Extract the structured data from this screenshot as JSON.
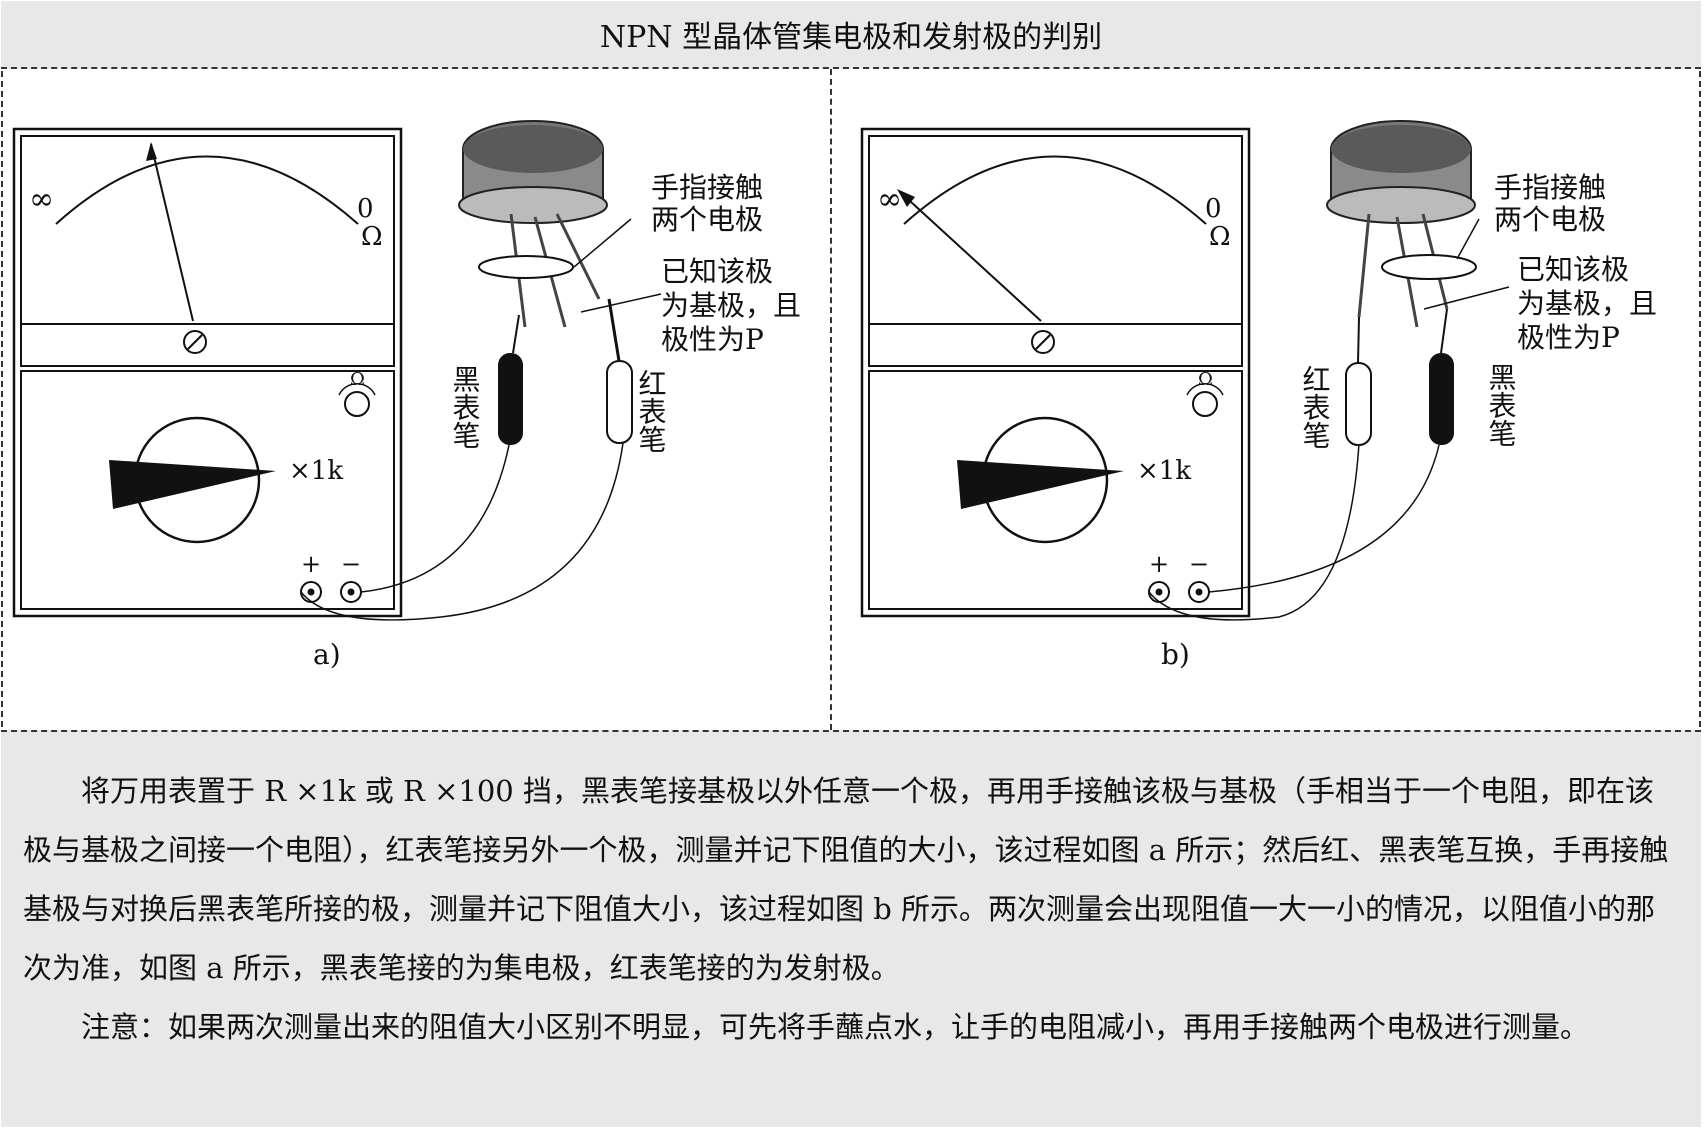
{
  "title": "NPN 型晶体管集电极和发射极的判别",
  "panels": [
    {
      "caption": "a)",
      "scale_left": "∞",
      "scale_right": "0",
      "ohm_symbol": "Ω",
      "range_label": "×1k",
      "plus_label": "+",
      "minus_label": "−",
      "finger_label_line1": "手指接触",
      "finger_label_line2": "两个电极",
      "base_label_line1": "已知该极",
      "base_label_line2": "为基极，且",
      "base_label_line3": "极性为P",
      "left_probe_label": "黑表笔",
      "right_probe_label": "红表笔"
    },
    {
      "caption": "b)",
      "scale_left": "∞",
      "scale_right": "0",
      "ohm_symbol": "Ω",
      "range_label": "×1k",
      "plus_label": "+",
      "minus_label": "−",
      "finger_label_line1": "手指接触",
      "finger_label_line2": "两个电极",
      "base_label_line1": "已知该极",
      "base_label_line2": "为基极，且",
      "base_label_line3": "极性为P",
      "left_probe_label": "红表笔",
      "right_probe_label": "黑表笔"
    }
  ],
  "description": [
    "将万用表置于 R ×1k 或 R ×100 挡，黑表笔接基极以外任意一个极，再用手接触该极与基极（手相当于一个电阻，即在该极与基极之间接一个电阻），红表笔接另外一个极，测量并记下阻值的大小，该过程如图 a 所示；然后红、黑表笔互换，手再接触基极与对换后黑表笔所接的极，测量并记下阻值大小，该过程如图 b 所示。两次测量会出现阻值一大一小的情况，以阻值小的那次为准，如图 a 所示，黑表笔接的为集电极，红表笔接的为发射极。",
    "注意：如果两次测量出来的阻值大小区别不明显，可先将手蘸点水，让手的电阻减小，再用手接触两个电极进行测量。"
  ]
}
